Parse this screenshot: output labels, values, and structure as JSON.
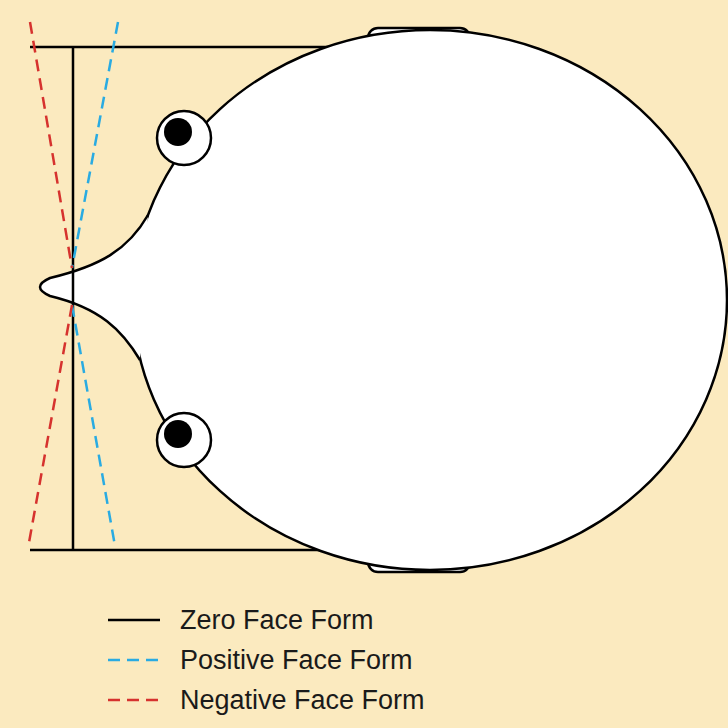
{
  "diagram": {
    "legend": [
      {
        "text": "Zero Face Form"
      },
      {
        "text": "Positive Face Form"
      },
      {
        "text": "Negative Face Form"
      }
    ]
  }
}
